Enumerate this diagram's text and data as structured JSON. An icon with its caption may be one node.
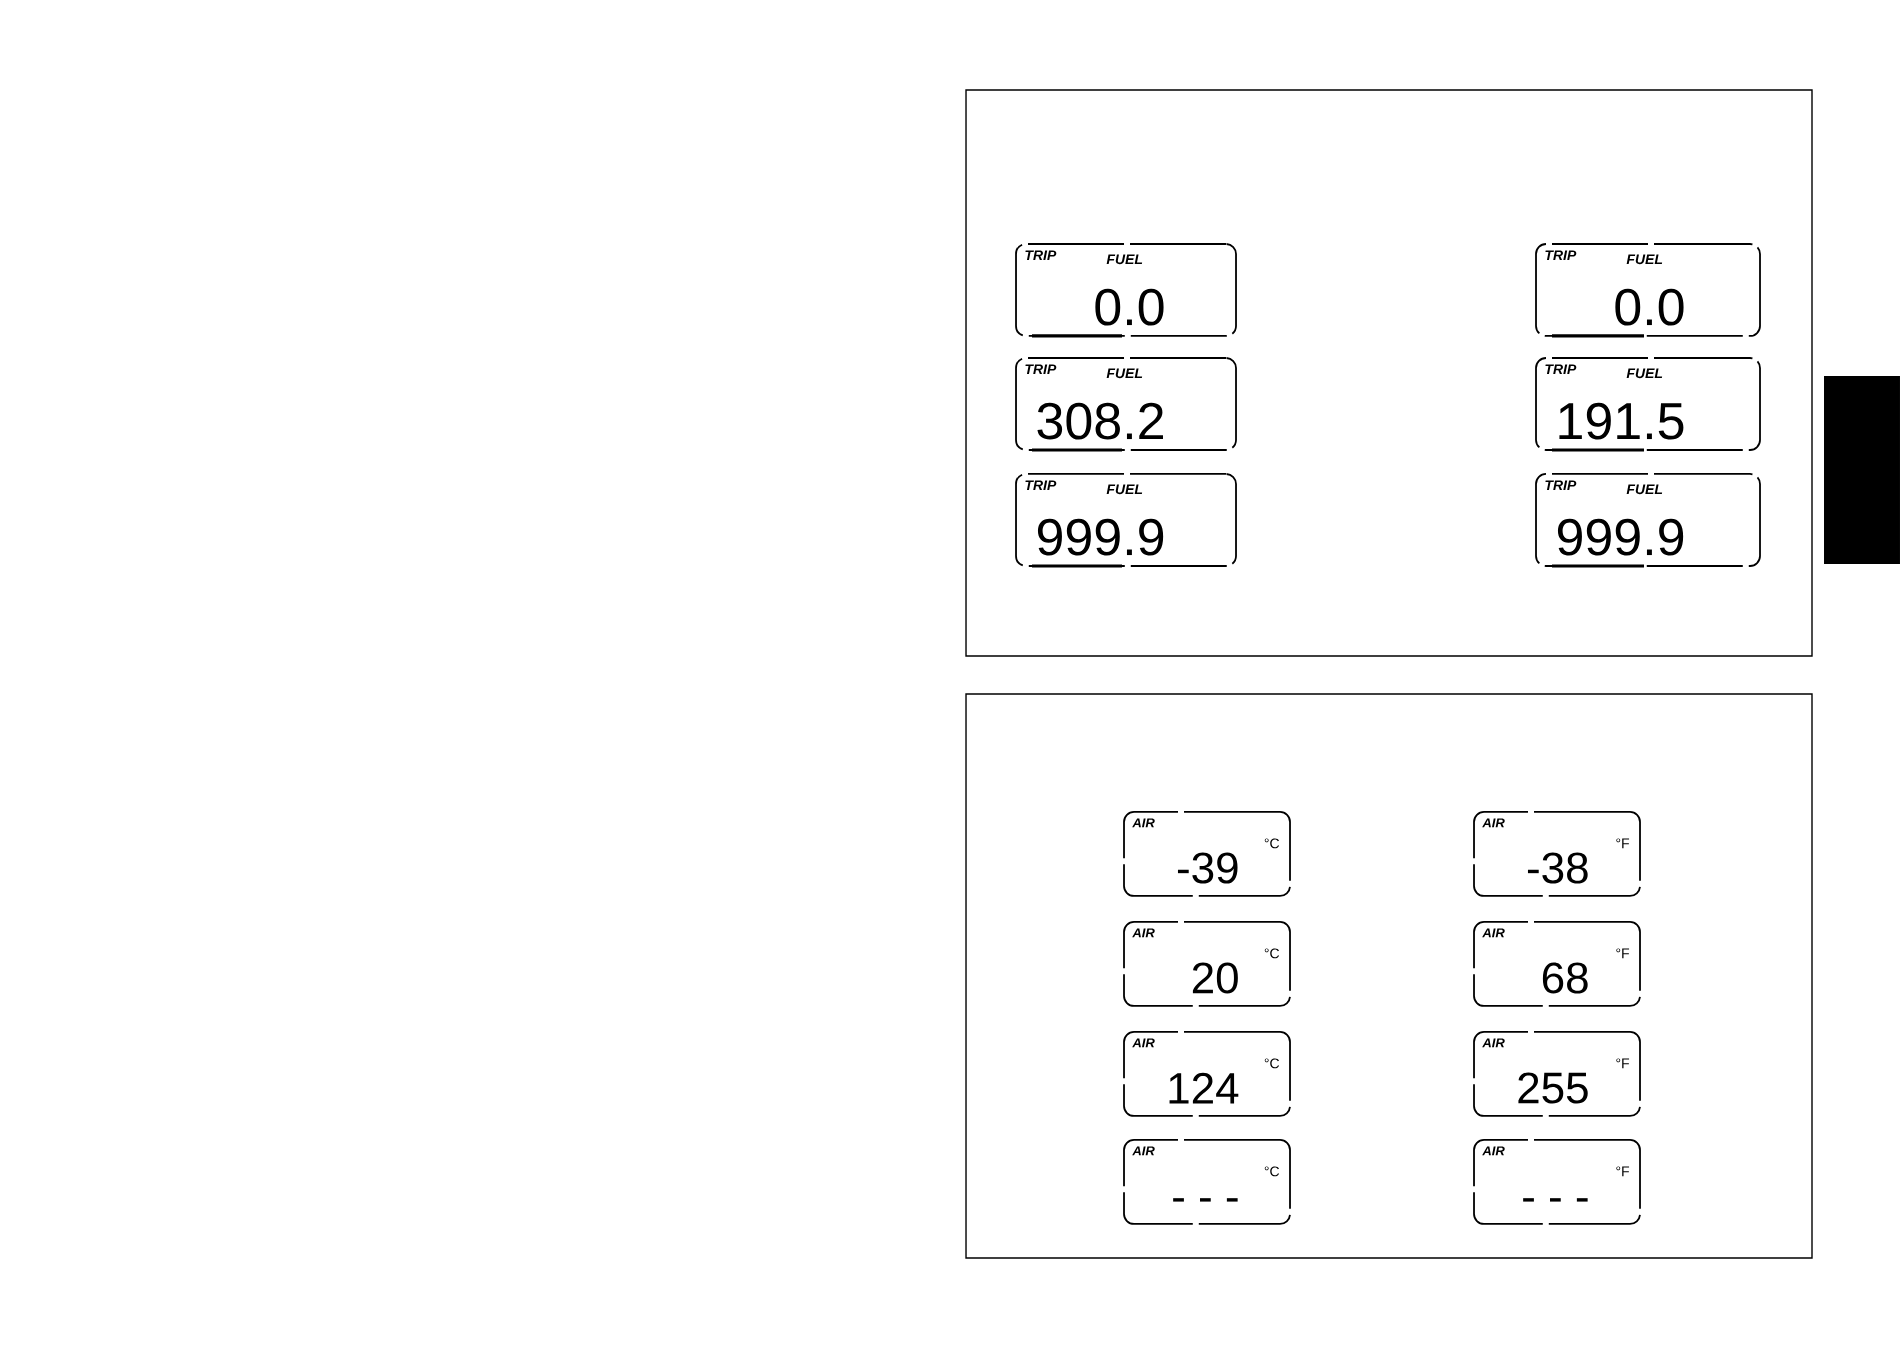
{
  "diagram": {
    "nodes": [
      {
        "text": [],
        "shape": "box"
      },
      {
        "text": [
          "TRIP",
          "FUEL",
          "0.0"
        ],
        "in": 0
      },
      {
        "text": [
          "TRIP",
          "FUEL",
          "0.0"
        ],
        "in": 0
      },
      {
        "text": [
          "TRIP",
          "FUEL",
          "308.2"
        ],
        "in": 0
      },
      {
        "text": [
          "TRIP",
          "FUEL",
          "191.5"
        ],
        "in": 0
      },
      {
        "text": [
          "TRIP",
          "FUEL",
          "999.9"
        ],
        "in": 0
      },
      {
        "text": [
          "TRIP",
          "FUEL",
          "999.9"
        ],
        "in": 0
      },
      {
        "text": [],
        "shape": "box"
      },
      {
        "text": [
          "AIR",
          "-39",
          "°C"
        ],
        "in": 7
      },
      {
        "text": [
          "AIR",
          "-38",
          "°F"
        ],
        "in": 7
      },
      {
        "text": [
          "AIR",
          "20",
          "°C"
        ],
        "in": 7
      },
      {
        "text": [
          "AIR",
          "68",
          "°F"
        ],
        "in": 7
      },
      {
        "text": [
          "AIR",
          "124",
          "°C"
        ],
        "in": 7
      },
      {
        "text": [
          "AIR",
          "255",
          "°F"
        ],
        "in": 7
      },
      {
        "text": [
          "AIR",
          "- - -",
          "°C"
        ],
        "in": 7
      },
      {
        "text": [
          "AIR",
          "- - -",
          "°F"
        ],
        "in": 7
      }
    ]
  }
}
